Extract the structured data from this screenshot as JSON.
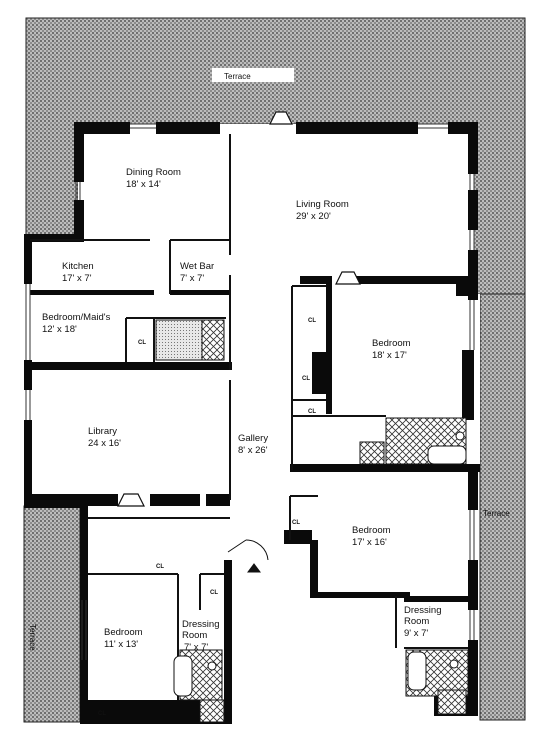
{
  "terraces": {
    "top": "Terrace",
    "right": "Terrace",
    "left": "Terrace"
  },
  "rooms": [
    {
      "id": "dining-room",
      "name": "Dining Room",
      "dims": "18' x 14'"
    },
    {
      "id": "living-room",
      "name": "Living Room",
      "dims": "29' x 20'"
    },
    {
      "id": "kitchen",
      "name": "Kitchen",
      "dims": "17' x 7'"
    },
    {
      "id": "wet-bar",
      "name": "Wet Bar",
      "dims": "7' x 7'"
    },
    {
      "id": "bedroom-maids",
      "name": "Bedroom/Maid's",
      "dims": "12' x 18'"
    },
    {
      "id": "bedroom-east",
      "name": "Bedroom",
      "dims": "18' x 17'"
    },
    {
      "id": "library",
      "name": "Library",
      "dims": "24 x 16'"
    },
    {
      "id": "gallery",
      "name": "Gallery",
      "dims": "8' x 26'"
    },
    {
      "id": "bedroom-southeast",
      "name": "Bedroom",
      "dims": "17' x 16'"
    },
    {
      "id": "bedroom-southwest",
      "name": "Bedroom",
      "dims": "11' x 13'"
    },
    {
      "id": "dressing-room-west",
      "name": "Dressing\nRoom",
      "dims": "7' x 7'"
    },
    {
      "id": "dressing-room-east",
      "name": "Dressing\nRoom",
      "dims": "9' x 7'"
    }
  ],
  "closet_label": "CL"
}
